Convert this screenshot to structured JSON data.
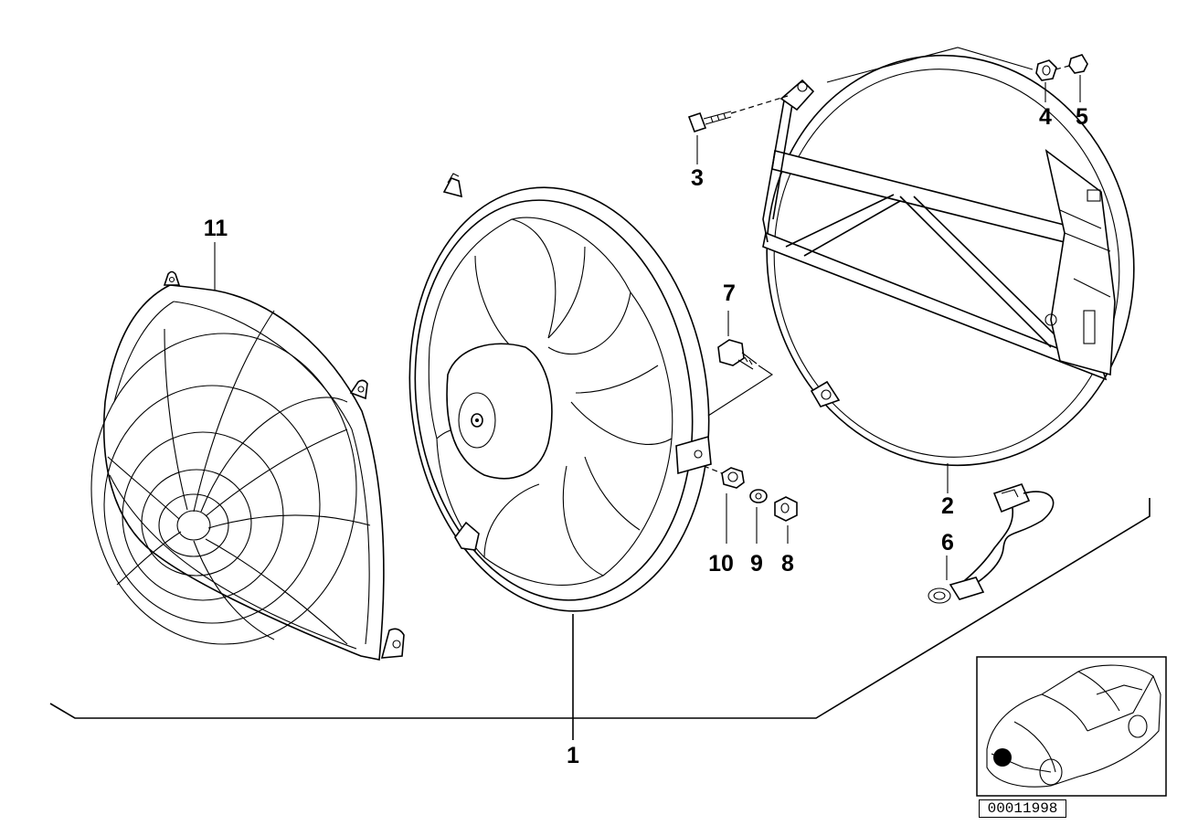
{
  "diagram": {
    "callouts": {
      "c1": "1",
      "c2": "2",
      "c3": "3",
      "c4": "4",
      "c5": "5",
      "c6": "6",
      "c7": "7",
      "c8": "8",
      "c9": "9",
      "c10": "10",
      "c11": "11"
    },
    "reference_number": "00011998"
  }
}
